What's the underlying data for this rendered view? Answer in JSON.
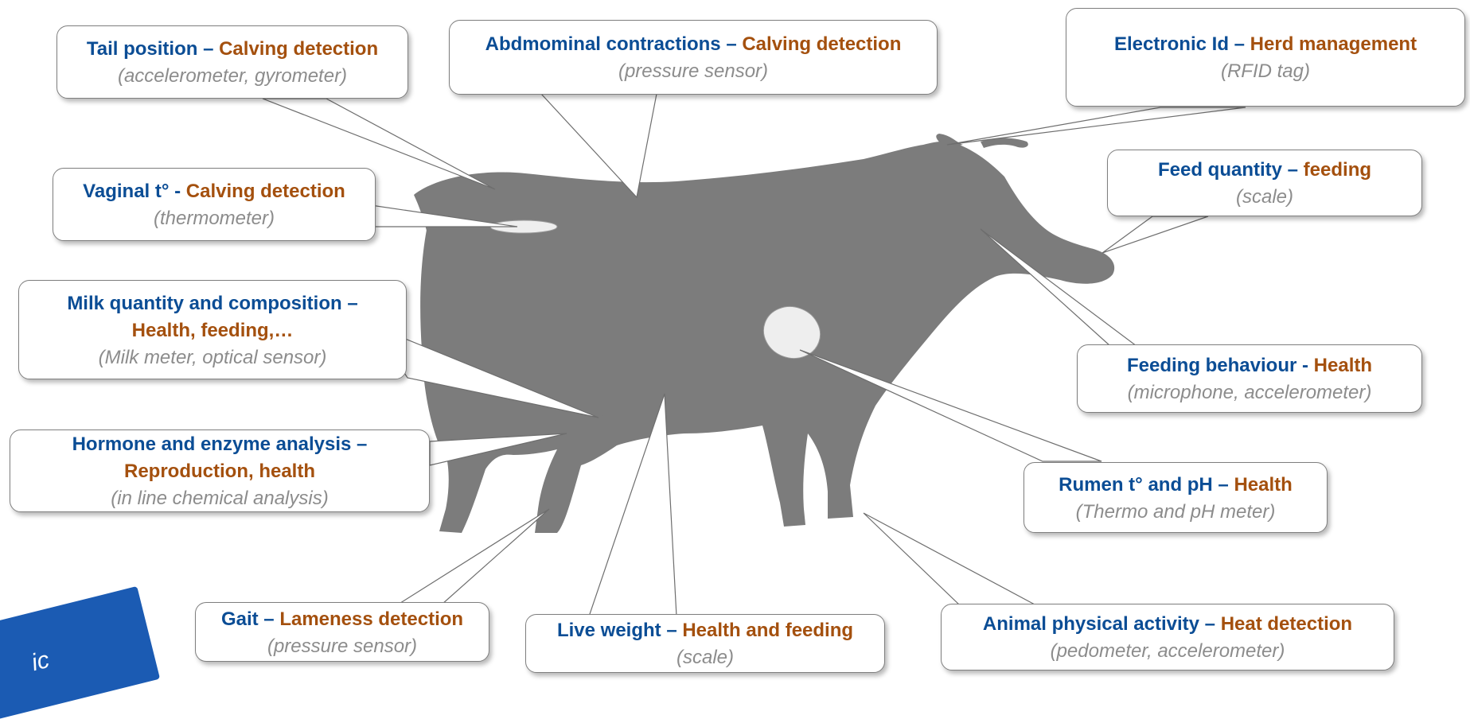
{
  "colors": {
    "cow": "#7c7c7c",
    "connector": "#6e6e6e",
    "parameter": "#0b4d95",
    "purpose": "#a4500e",
    "sensor": "#8c8c8c",
    "corner": "#1b5bb3"
  },
  "callouts": [
    {
      "id": "tail",
      "parameter": "Tail position",
      "sep": " – ",
      "purpose": "Calving detection",
      "sensor": "(accelerometer, gyrometer)"
    },
    {
      "id": "abdominal",
      "parameter": "Abdmominal contractions",
      "sep": " – ",
      "purpose": "Calving detection",
      "sensor": "(pressure sensor)"
    },
    {
      "id": "electronic",
      "parameter": "Electronic Id",
      "sep": " – ",
      "purpose": "Herd management",
      "sensor": "(RFID tag)"
    },
    {
      "id": "vaginal",
      "parameter": "Vaginal t°",
      "sep": " - ",
      "purpose": "Calving detection",
      "sensor": "(thermometer)"
    },
    {
      "id": "feedquantity",
      "parameter": "Feed quantity",
      "sep": " – ",
      "purpose": "feeding",
      "sensor": "(scale)"
    },
    {
      "id": "milk",
      "parameter": "Milk quantity and composition –",
      "sep": "",
      "purpose": "Health, feeding,…",
      "sensor": "(Milk meter, optical sensor)"
    },
    {
      "id": "feedingbehaviour",
      "parameter": "Feeding behaviour",
      "sep": " - ",
      "purpose": "Health",
      "sensor": "(microphone, accelerometer)"
    },
    {
      "id": "hormone",
      "parameter": "Hormone and enzyme analysis –",
      "sep": "",
      "purpose": "Reproduction, health",
      "sensor": "(in line chemical analysis)"
    },
    {
      "id": "rumen",
      "parameter": "Rumen t° and pH",
      "sep": " – ",
      "purpose": "Health",
      "sensor": "(Thermo and pH meter)"
    },
    {
      "id": "gait",
      "parameter": "Gait",
      "sep": " – ",
      "purpose": "Lameness detection",
      "sensor": "(pressure sensor)"
    },
    {
      "id": "liveweight",
      "parameter": "Live weight",
      "sep": " – ",
      "purpose": "Health and feeding",
      "sensor": "(scale)"
    },
    {
      "id": "activity",
      "parameter": "Animal physical activity",
      "sep": " – ",
      "purpose": "Heat detection",
      "sensor": "(pedometer, accelerometer)"
    }
  ],
  "corner_text": "ic"
}
